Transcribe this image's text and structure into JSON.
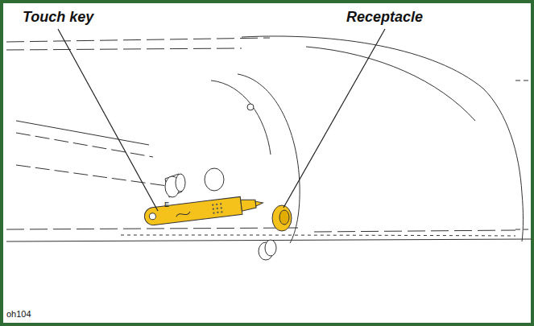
{
  "diagram": {
    "labels": [
      "Touch key",
      "Receptacle",
      "E",
      "oh104"
    ]
  }
}
